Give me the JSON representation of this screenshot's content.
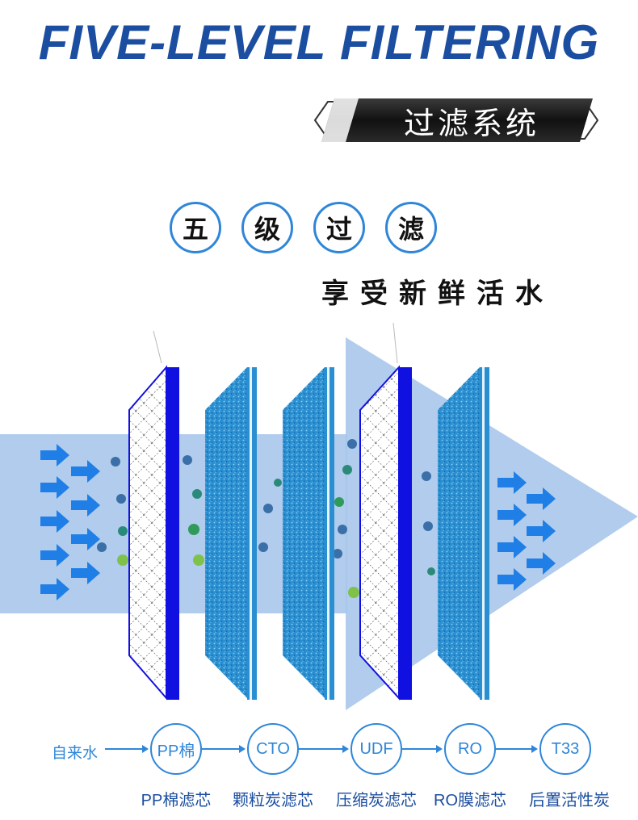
{
  "header": {
    "title": "FIVE-LEVEL FILTERING",
    "banner": "过滤系统"
  },
  "badges": [
    "五",
    "级",
    "过",
    "滤"
  ],
  "slogan": "享受新鲜活水",
  "flow": {
    "start": "自来水",
    "stages": [
      {
        "node": "PP棉",
        "label": "PP棉滤芯"
      },
      {
        "node": "CTO",
        "label": "颗粒炭滤芯"
      },
      {
        "node": "UDF",
        "label": "压缩炭滤芯"
      },
      {
        "node": "RO",
        "label": "RO膜滤芯"
      },
      {
        "node": "T33",
        "label": "后置活性炭"
      }
    ]
  },
  "colors": {
    "title_blue": "#1b4ea0",
    "accent_blue": "#2f86d8",
    "water_blue": "#a9c6ea",
    "arrow_blue": "#1f7fe6",
    "frame_blue": "#1010e0",
    "carbon_blue": "#2a8fd0",
    "banner_dark": "#1c1c1c"
  }
}
